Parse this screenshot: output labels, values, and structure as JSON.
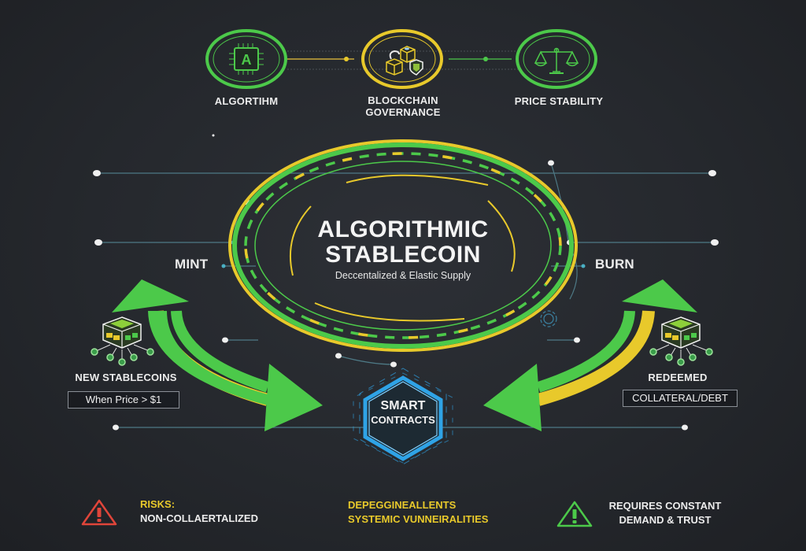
{
  "title": {
    "line1": "ALGORITHMIC",
    "line2": "STABLECOIN",
    "subtitle": "Deccentalized & Elastic Supply"
  },
  "top_nodes": [
    {
      "id": "algorithm",
      "label": "ALGORTIHM",
      "icon": "chip-icon",
      "ring_color": "#4cc94a"
    },
    {
      "id": "blockchain-governance",
      "label_line1": "BLOCKCHAIN",
      "label_line2": "GOVERNANCE",
      "icon": "blockchain-blocks-icon",
      "ring_color": "#e8c92b"
    },
    {
      "id": "price-stability",
      "label": "PRICE STABILITY",
      "icon": "balance-scale-icon",
      "ring_color": "#4cc94a"
    }
  ],
  "mint": {
    "label": "MINT",
    "caption": "NEW STABLECOINS",
    "condition": "When Price > $1"
  },
  "burn": {
    "label": "BURN",
    "caption": "REDEEMED",
    "condition": "COLLATERAL/DEBT"
  },
  "center_node": {
    "line1": "SMART",
    "line2": "CONTRACTS",
    "color": "#2fa3e6"
  },
  "risks": [
    {
      "icon": "warning-icon",
      "icon_color": "#e0453a",
      "heading": "RISKS:",
      "text": "NON-COLLAERTALIZED"
    },
    {
      "icon": "none",
      "line1": "DEPEGGINEALLENTS",
      "line2": "SYSTEMIC VUNNEIRALITIES",
      "color": "#e8c92b"
    },
    {
      "icon": "warning-icon",
      "icon_color": "#4cc94a",
      "line1": "REQUIRES CONSTANT",
      "line2": "DEMAND & TRUST"
    }
  ],
  "colors": {
    "background": "#26292e",
    "green": "#4cc94a",
    "yellow": "#e8c92b",
    "blue": "#2fa3e6",
    "red": "#e0453a",
    "connector": "#4e7d8a"
  }
}
